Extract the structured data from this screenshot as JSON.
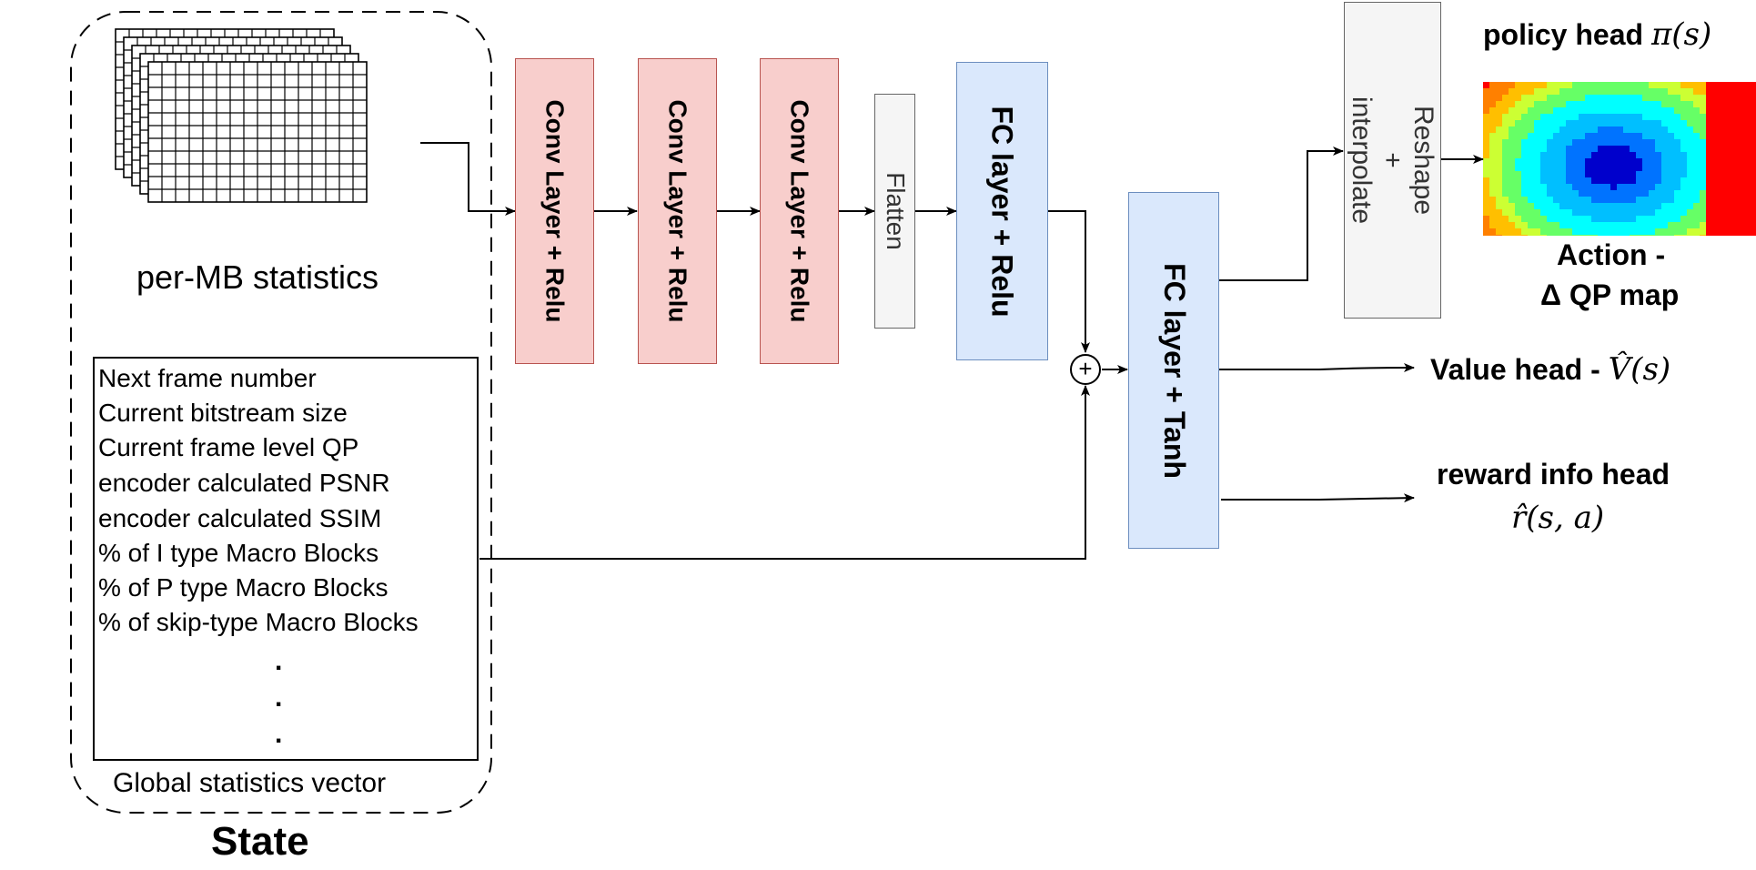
{
  "state": {
    "title": "State",
    "per_mb_label": "per-MB statistics",
    "global_vector_label": "Global statistics vector",
    "global_items": [
      "Next frame number",
      "Current bitstream size",
      "Current frame level QP",
      "encoder calculated PSNR",
      "encoder calculated SSIM",
      "% of I type Macro Blocks",
      "% of P type Macro Blocks",
      "% of skip-type Macro Blocks"
    ],
    "ellipsis": [
      "."
    ]
  },
  "layers": {
    "conv1": "Conv Layer + Relu",
    "conv2": "Conv Layer + Relu",
    "conv3": "Conv Layer + Relu",
    "flatten": "Flatten",
    "fc1": "FC layer + Relu",
    "fc2": "FC layer + Tanh",
    "reshape": "Reshape + interpolate",
    "sum_symbol": "+"
  },
  "heads": {
    "policy_text": "policy head ",
    "policy_math": "π(s)",
    "action_line1": "Action -",
    "action_line2": "Δ QP map",
    "value_text": "Value head - ",
    "value_math": "V̂(s)",
    "reward_line1": "reward info head",
    "reward_math": "r̂(s, a)"
  },
  "colors": {
    "conv_fill": "#f8cecc",
    "conv_stroke": "#b85450",
    "fc_fill": "#dae8fc",
    "fc_stroke": "#6c8ebf",
    "grey_fill": "#f5f5f5",
    "grey_stroke": "#666666",
    "heatmap": [
      "#ff0000",
      "#ff8000",
      "#ffbf00",
      "#ccff33",
      "#66ff66",
      "#00ffff",
      "#00bfff",
      "#0073ff",
      "#0000cc"
    ]
  }
}
